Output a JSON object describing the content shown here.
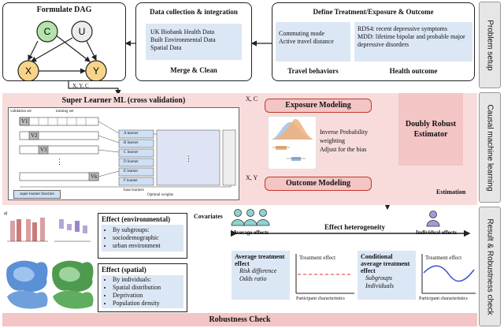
{
  "sections": {
    "problem_setup": "Problem setup",
    "causal_ml": "Causal machine learning",
    "result": "Result & Robustness check"
  },
  "dag": {
    "title": "Formulate DAG",
    "nodes": {
      "c": "C",
      "u": "U",
      "x": "X",
      "y": "Y"
    },
    "out_label": "X, Y, C"
  },
  "data": {
    "title": "Data collection & integration",
    "lines": [
      "UK Biobank Health Data",
      "Built Environmental Data",
      "Spatial Data"
    ],
    "footer": "Merge & Clean"
  },
  "define": {
    "title": "Define Treatment/Exposure & Outcome",
    "travel_lines": [
      "Commuting mode",
      "Active travel distance"
    ],
    "health_lines": [
      "RDS4: recent depressive symptoms",
      "MDD: lifetime bipolar and probable major depressive disorders"
    ],
    "travel_footer": "Travel behaviors",
    "health_footer": "Health outcome"
  },
  "super_learner": {
    "title": "Super Learner ML (cross validation)",
    "validation_set": "validation set",
    "training_set": "training set",
    "folds": [
      "V1",
      "V2",
      "V3",
      "Vk"
    ],
    "learners": [
      "A learner",
      "B learner",
      "C learner",
      "D learner",
      "E learner",
      "F learner"
    ],
    "base_learners": "base learners",
    "optimal_weights": "Optimal weights",
    "function_label": "super learner function",
    "dots": "⋮"
  },
  "modeling": {
    "label_xc": "X, C",
    "label_xy": "X, Y",
    "exposure": "Exposure Modeling",
    "outcome": "Outcome Modeling",
    "ipw_lines": [
      "Inverse Probability",
      "weighting",
      "Adjust for the bias"
    ],
    "dre_lines": [
      "Doubly Robust",
      "Estimator"
    ],
    "estimation": "Estimation"
  },
  "results": {
    "covariates": "Covariates",
    "average_effects": "Average effects",
    "individual_effects": "Individual effects",
    "heterogeneity": "Effect heterogeneity",
    "effect_env_title": "Effect (environmental)",
    "effect_env_items": [
      "By subgroups:",
      "sociodemographic",
      "urban environment"
    ],
    "effect_spatial_title": "Effect (spatial)",
    "effect_spatial_items": [
      "By individuals:",
      "Spatial distribution",
      "Deprivation",
      "Population density"
    ],
    "ate_title": "Average treatment effect",
    "ate_items": [
      "Risk difference",
      "Odds ratio"
    ],
    "cate_title": "Conditional average treatment effect",
    "cate_items": [
      "Subgroups",
      "Individuals"
    ],
    "treatment_effect": "Treatment effect",
    "participant_characteristics": "Participant characteristics",
    "robustness": "Robustness Check"
  },
  "colors": {
    "pink": "#f8dcdc",
    "red_border": "#c0392b",
    "blue": "#dce7f5",
    "node_c": "#b5e3a8",
    "node_u": "#ececec",
    "node_xy": "#f7d488",
    "person_teal": "#8fd3d0",
    "person_purple": "#a49ad8"
  }
}
